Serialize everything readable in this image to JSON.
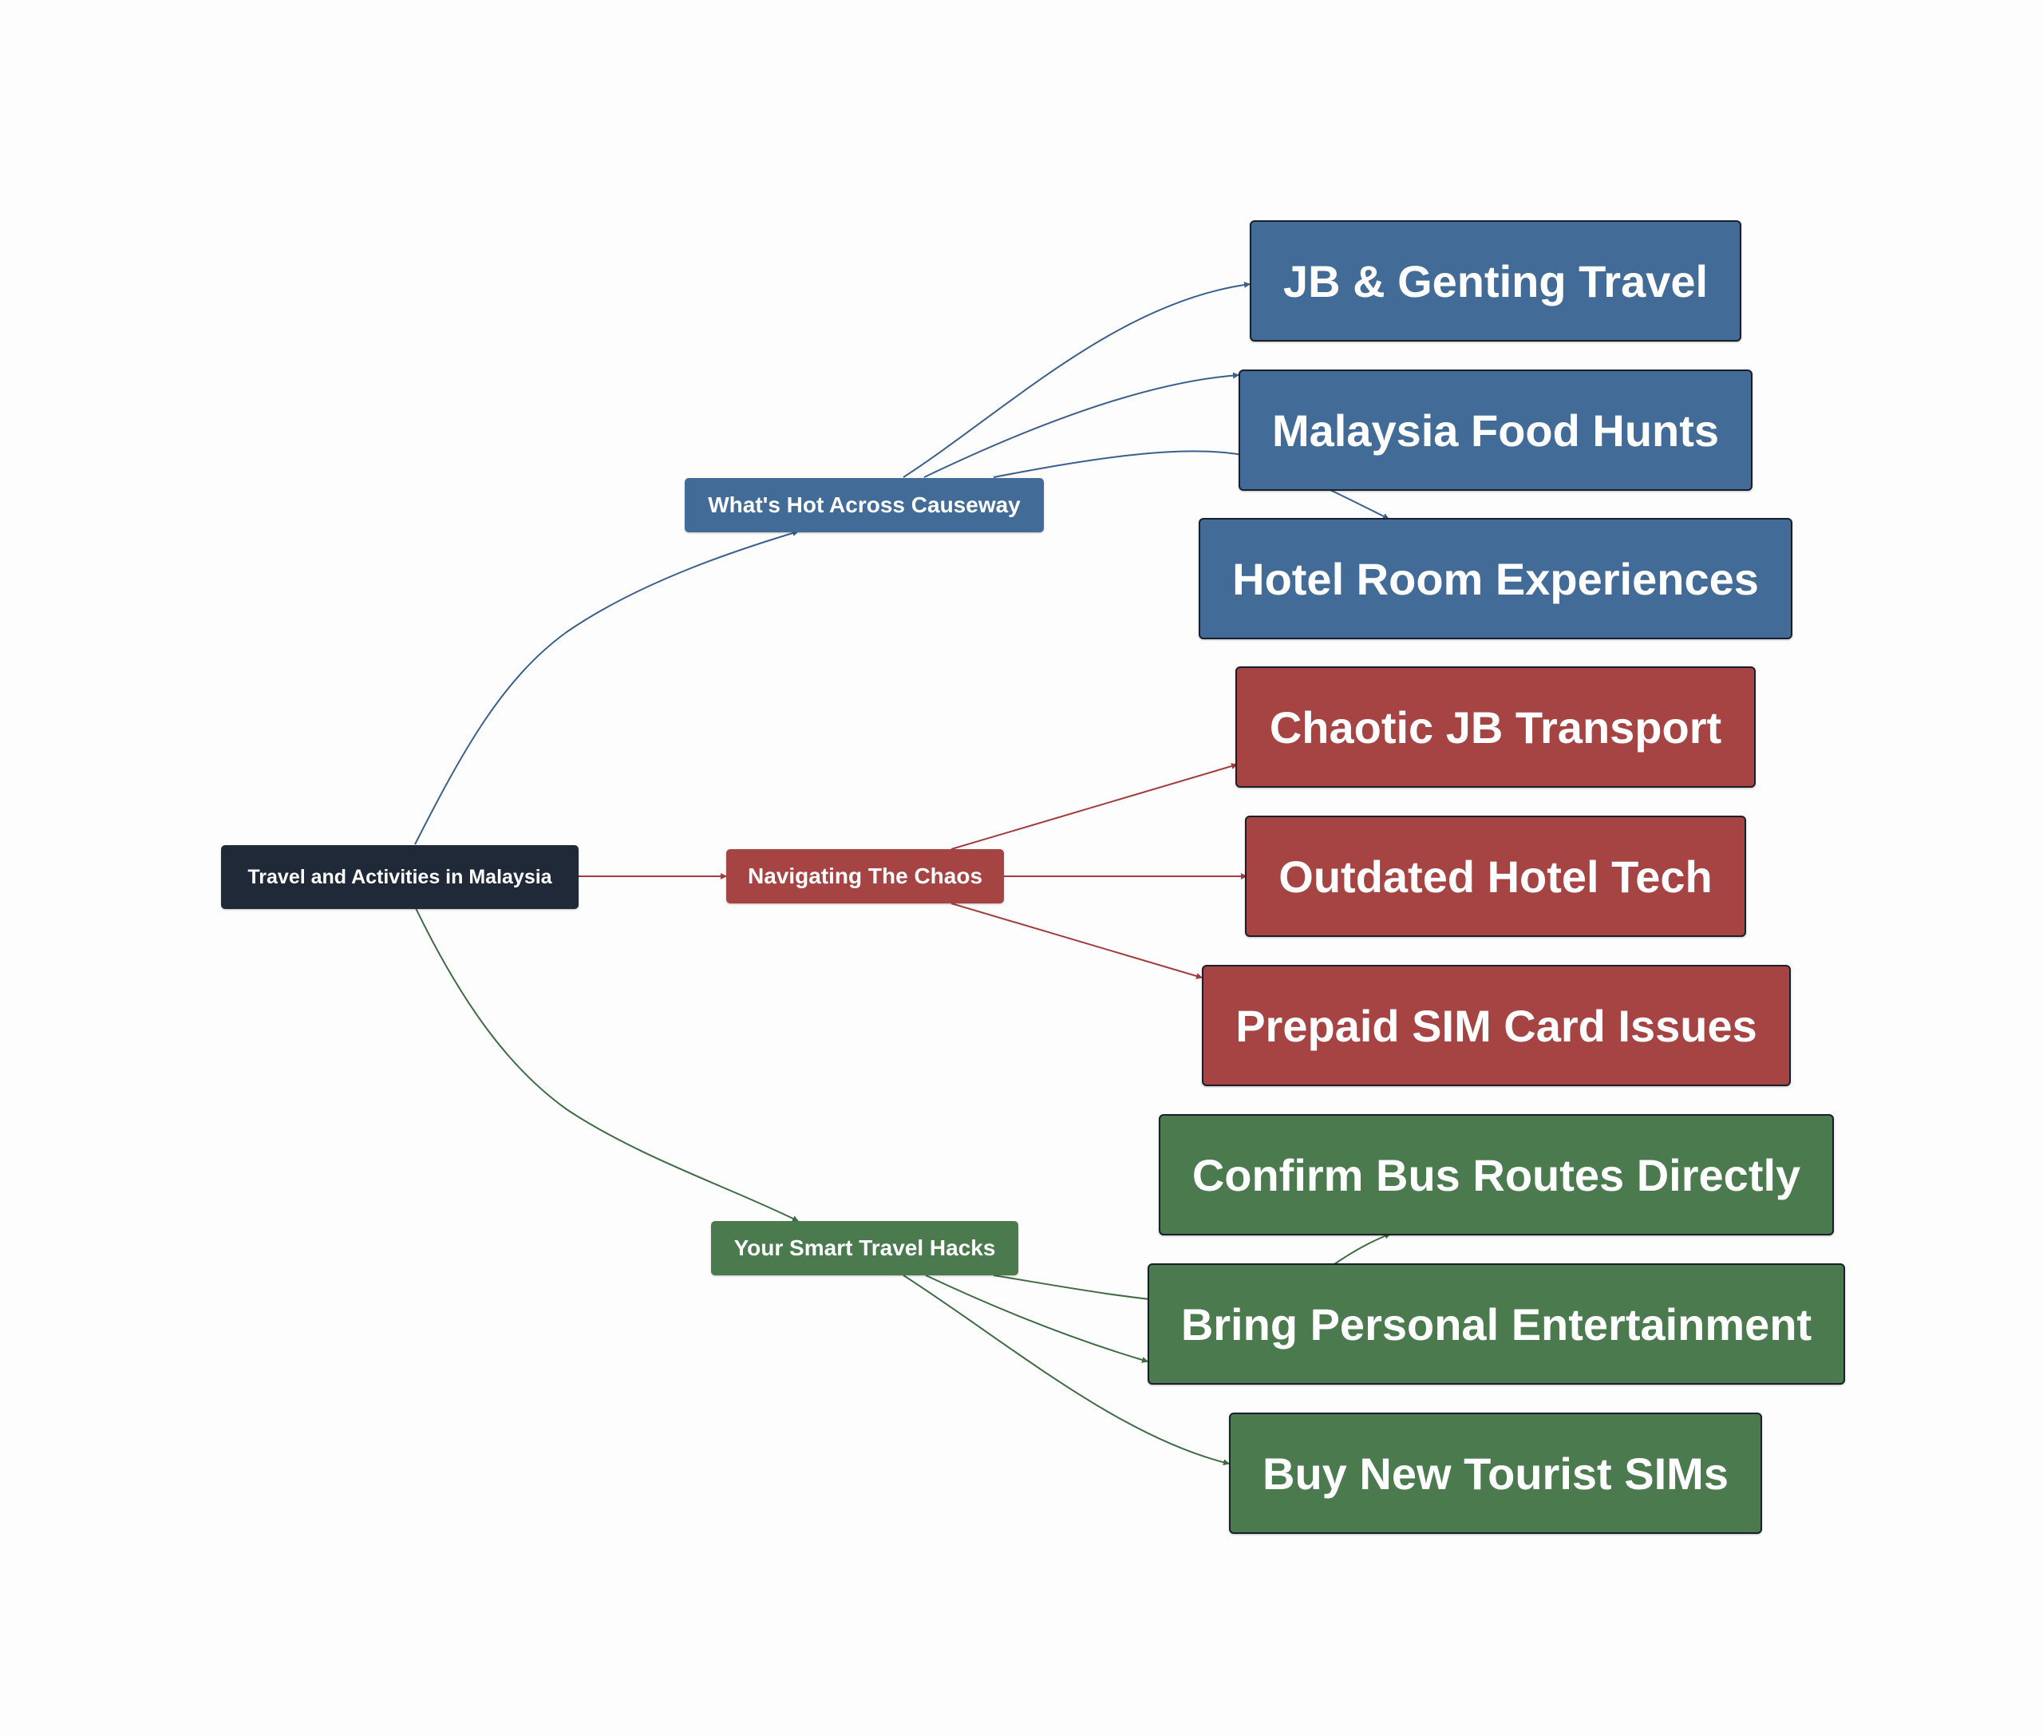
{
  "colors": {
    "root": "#1f2937",
    "blue": "#426c97",
    "red": "#a64444",
    "green": "#4a7a4e",
    "edge_blue": "#3a5f8c",
    "edge_red": "#a33c3c",
    "edge_green": "#3f6b43"
  },
  "root": {
    "label": "Travel and Activities in Malaysia"
  },
  "branches": [
    {
      "label": "What's Hot Across Causeway",
      "color": "blue",
      "leaves": [
        {
          "label": "JB & Genting Travel"
        },
        {
          "label": "Malaysia Food Hunts"
        },
        {
          "label": "Hotel Room Experiences"
        }
      ]
    },
    {
      "label": "Navigating The Chaos",
      "color": "red",
      "leaves": [
        {
          "label": "Chaotic JB Transport"
        },
        {
          "label": "Outdated Hotel Tech"
        },
        {
          "label": "Prepaid SIM Card Issues"
        }
      ]
    },
    {
      "label": "Your Smart Travel Hacks",
      "color": "green",
      "leaves": [
        {
          "label": "Confirm Bus Routes Directly"
        },
        {
          "label": "Bring Personal Entertainment"
        },
        {
          "label": "Buy New Tourist SIMs"
        }
      ]
    }
  ]
}
